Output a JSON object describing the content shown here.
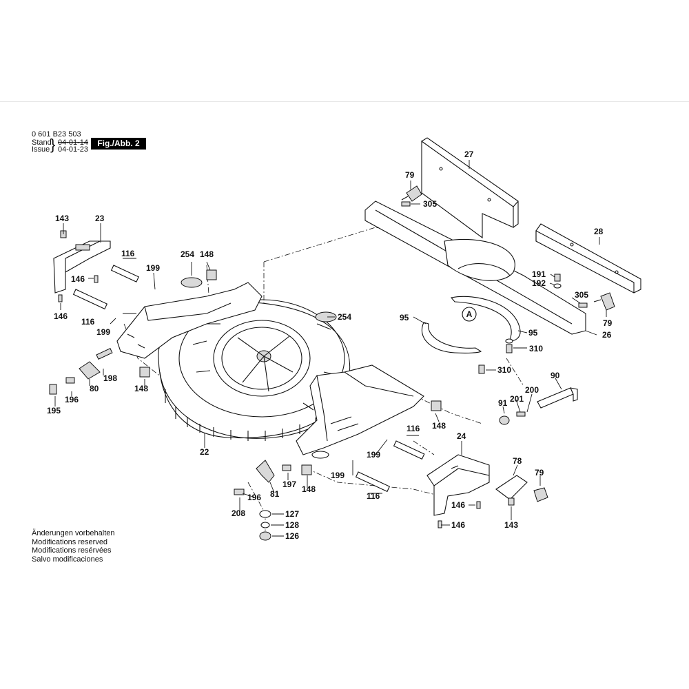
{
  "header": {
    "part_number": "0 601 B23 503",
    "stand_label": "Stand",
    "issue_label": "Issue",
    "brace": "}",
    "stand_date": "04-01-14",
    "issue_date": "04-01-23",
    "figure_label": "Fig./Abb. 2"
  },
  "notes": [
    "Änderungen vorbehalten",
    "Modifications reserved",
    "Modifications resérvées",
    "Salvo modificaciones"
  ],
  "callout_A": "A",
  "part_labels": {
    "l143a": "143",
    "l23": "23",
    "l116a": "116",
    "l199a": "199",
    "l146a": "146",
    "l146b": "146",
    "l116b": "116",
    "l199b": "199",
    "l198": "198",
    "l80": "80",
    "l196a": "196",
    "l195": "195",
    "l148a": "148",
    "l254a": "254",
    "l148b": "148",
    "l254b": "254",
    "l22": "22",
    "l27": "27",
    "l79a": "79",
    "l305a": "305",
    "l28": "28",
    "l191": "191",
    "l192": "192",
    "l305b": "305",
    "l79b": "79",
    "l26": "26",
    "l95a": "95",
    "l95b": "95",
    "l310a": "310",
    "l310b": "310",
    "l90": "90",
    "l200": "200",
    "l201": "201",
    "l91": "91",
    "l148c": "148",
    "l116c": "116",
    "l199c": "199",
    "l199d": "199",
    "l116d": "116",
    "l24": "24",
    "l78": "78",
    "l79c": "79",
    "l146c": "146",
    "l146d": "146",
    "l143b": "143",
    "l197": "197",
    "l148d": "148",
    "l81": "81",
    "l196b": "196",
    "l208": "208",
    "l127": "127",
    "l128": "128",
    "l126": "126"
  }
}
